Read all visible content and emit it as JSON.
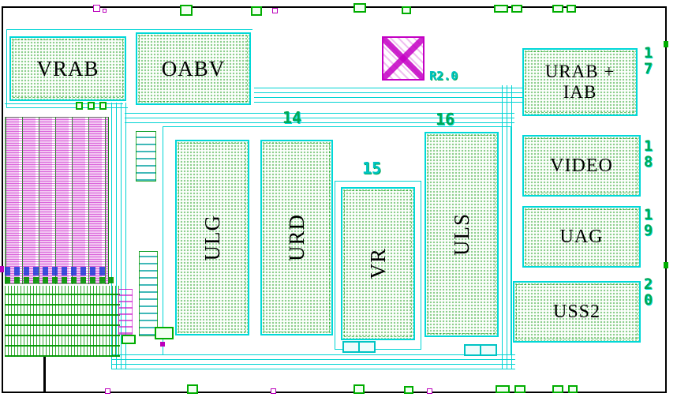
{
  "colors": {
    "outline_cyan": "#00d8d8",
    "fill_green": "#00a000",
    "array_magenta": "#c400c4",
    "pad_green": "#00ad00",
    "label_black": "#000000"
  },
  "blocks": {
    "vrab": {
      "label": "VRAB"
    },
    "oabv": {
      "label": "OABV"
    },
    "urab_iab": {
      "line1": "URAB +",
      "line2": "IAB"
    },
    "video": {
      "label": "VIDEO"
    },
    "uag": {
      "label": "UAG"
    },
    "uss2": {
      "label": "USS2"
    },
    "ulg": {
      "label": "ULG"
    },
    "urd": {
      "label": "URD"
    },
    "vr": {
      "label": "VR"
    },
    "uls": {
      "label": "ULS"
    }
  },
  "annotations": {
    "revision": "R2.0",
    "net14": "14",
    "net15": "15",
    "net16": "16"
  },
  "pins": {
    "pin17": "17",
    "pin18": "18",
    "pin19": "19",
    "pin20": "20"
  }
}
